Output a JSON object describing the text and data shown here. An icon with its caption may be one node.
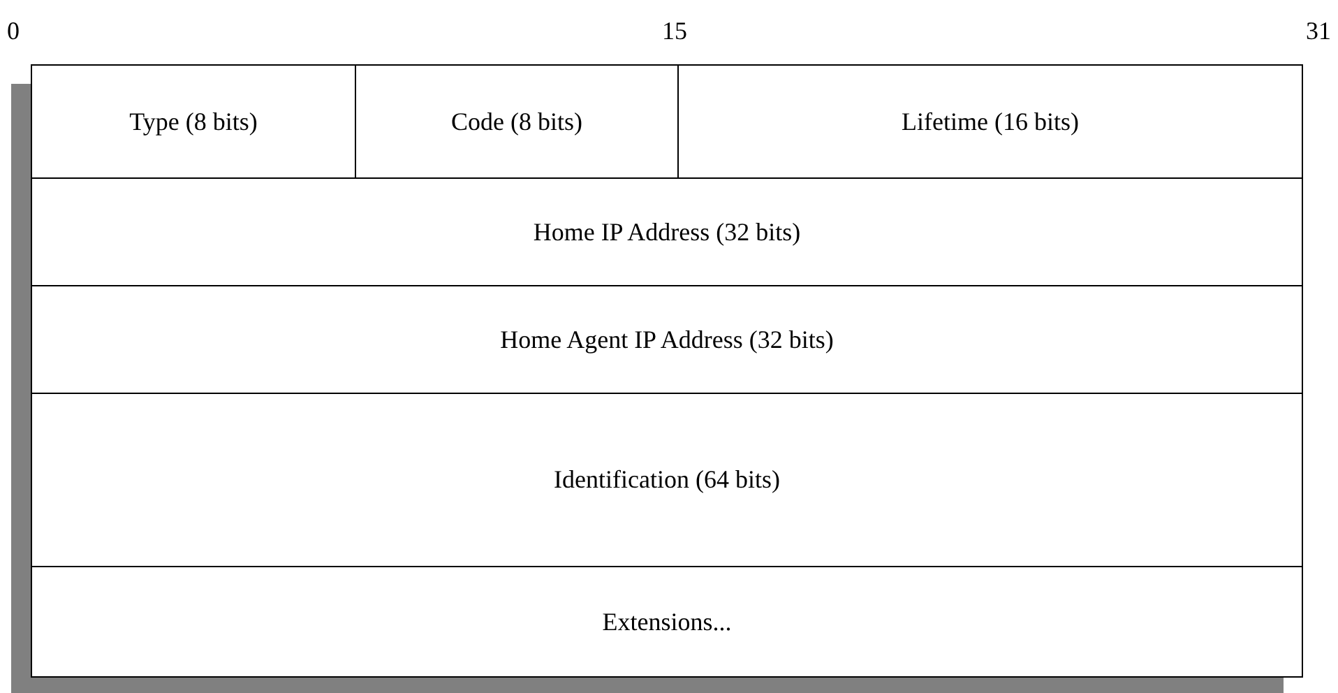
{
  "diagram": {
    "nodes": [
      {
        "text": [
          "Type (8 bits)"
        ]
      },
      {
        "text": [
          "Code (8 bits)"
        ]
      },
      {
        "text": [
          "Lifetime (16 bits)"
        ]
      },
      {
        "text": [
          "Home IP Address (32 bits)"
        ]
      },
      {
        "text": [
          "Home Agent IP Address (32 bits)"
        ]
      },
      {
        "text": [
          "Identification (64 bits)"
        ]
      },
      {
        "text": [
          "Extensions..."
        ]
      }
    ],
    "labels": [
      "0",
      "15",
      "31"
    ]
  }
}
